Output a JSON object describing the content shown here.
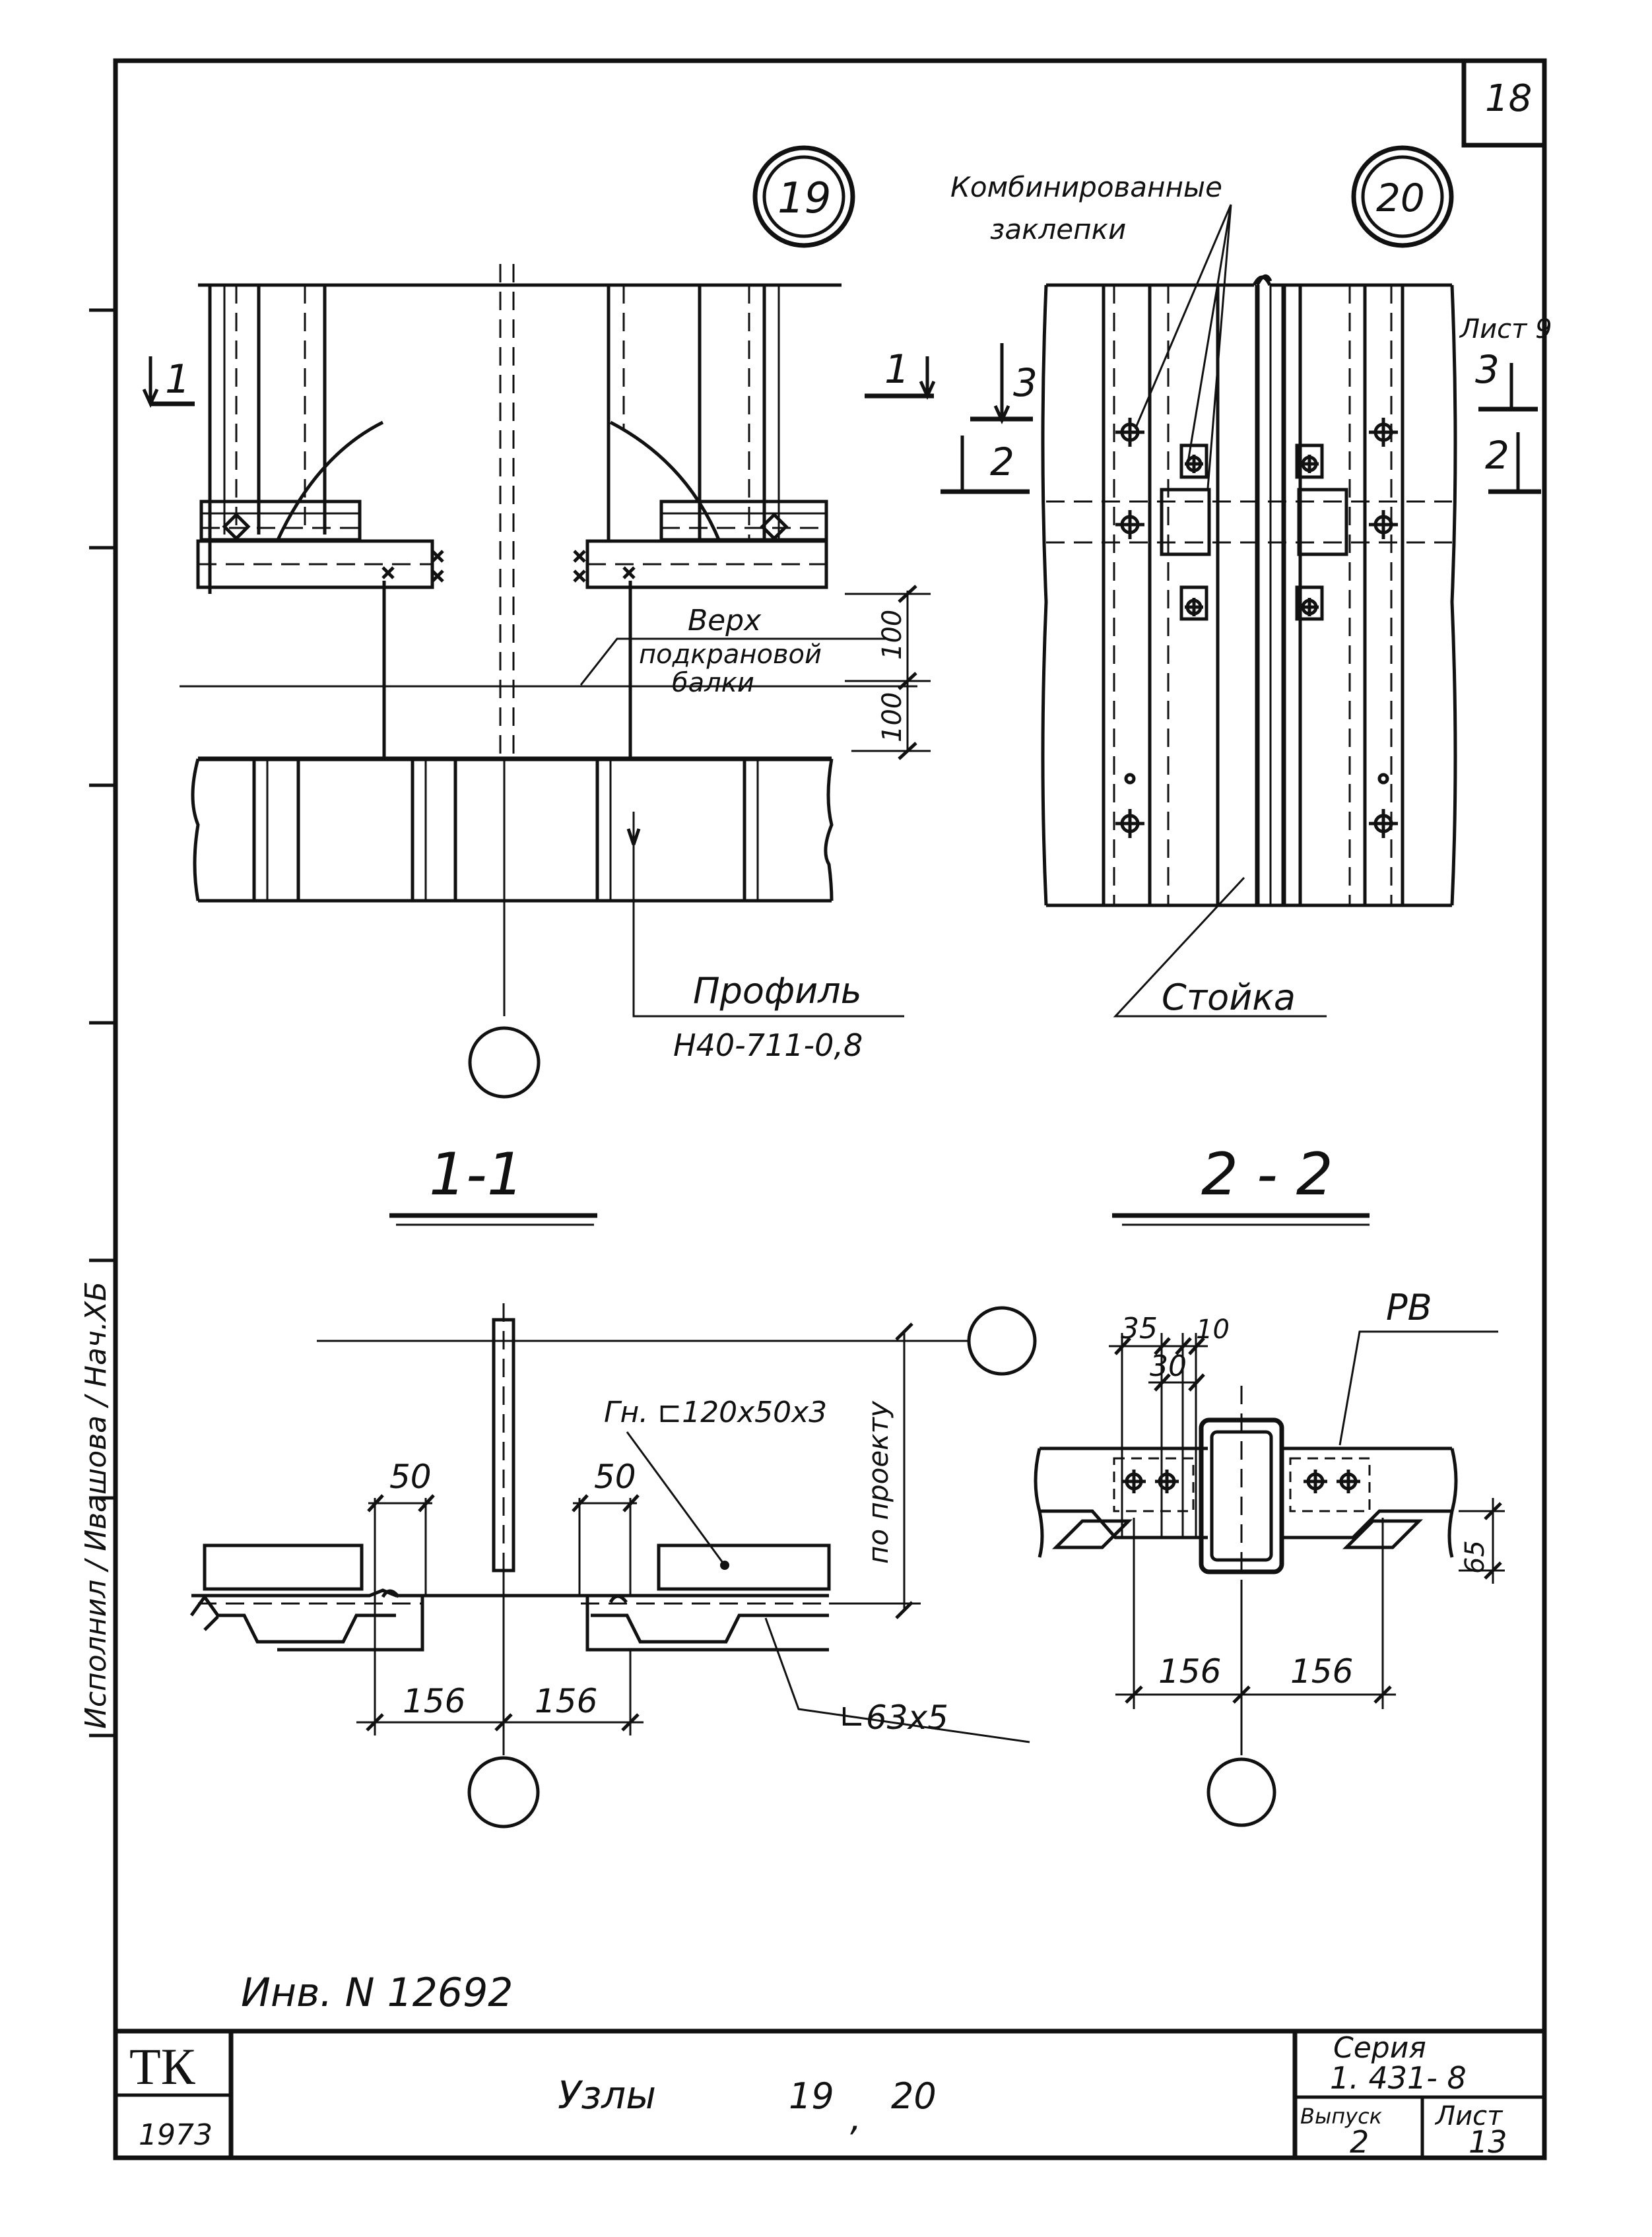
{
  "sheet_number": "18",
  "node_left": {
    "number": "19"
  },
  "node_right": {
    "number": "20"
  },
  "labels": {
    "combined_rivets_line1": "Комбинированные",
    "combined_rivets_line2": "заклепки",
    "crane_beam_top_line1": "Верх",
    "crane_beam_top_line2": "подкрановой",
    "crane_beam_top_line3": "балки",
    "profile_line1": "Профиль",
    "profile_line2": "Н40-711-0,8",
    "column": "Стойка",
    "sheet_ref": "Лист 9",
    "channel": "Гн. ⊏120х50х3",
    "angle": "∟63х5",
    "by_project": "по проекту",
    "rivet": "РВ"
  },
  "section_marks": {
    "s1_left": "1",
    "s1_right": "1",
    "s3_left": "3",
    "s2_left": "2",
    "s3_right": "3",
    "s2_right": "2"
  },
  "dimensions": {
    "d100_upper": "100",
    "d100_lower": "100",
    "d50_left": "50",
    "d50_right": "50",
    "d156_a": "156",
    "d156_b": "156",
    "d35": "35",
    "d10": "10",
    "d30": "30",
    "d65": "65",
    "d156_c": "156",
    "d156_d": "156"
  },
  "section_titles": {
    "s11": "1-1",
    "s22": "2 - 2"
  },
  "side_stamp": "Исполнил / Ивашова / Нач.ХБ",
  "inventory": "Инв. N  12692",
  "title_block": {
    "org": "ТК",
    "year": "1973",
    "title": "Узлы",
    "node_a": "19",
    "comma": ",",
    "node_b": "20",
    "series_label": "Серия",
    "series_value": "1. 431- 8",
    "issue_label": "Выпуск",
    "issue_value": "2",
    "sheet_label": "Лист",
    "sheet_value": "13"
  }
}
